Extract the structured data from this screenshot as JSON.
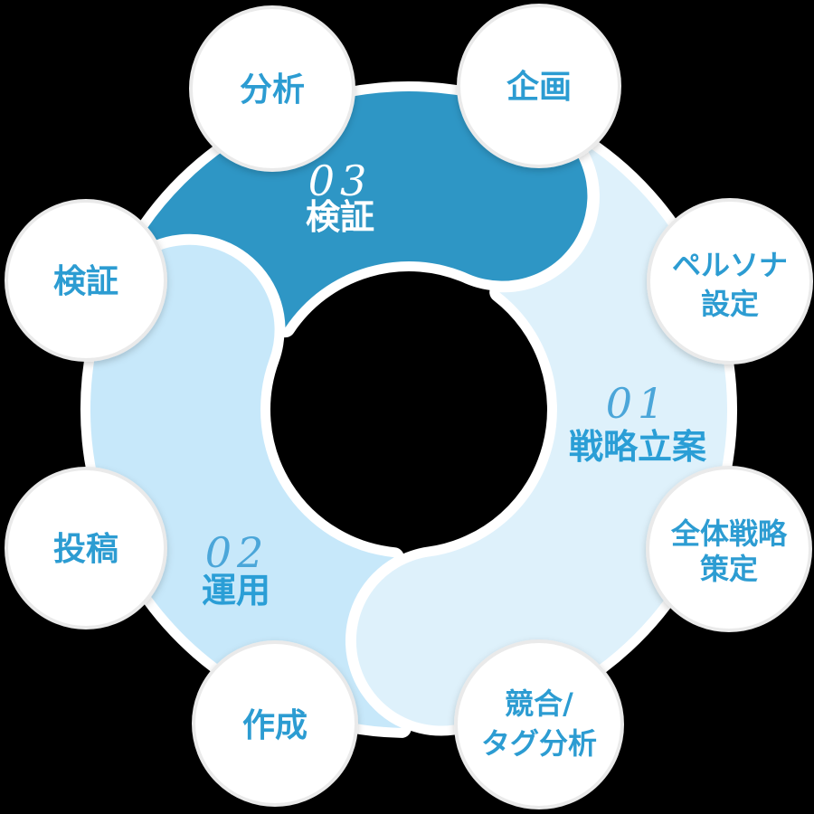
{
  "diagram": {
    "description_labels": {
      "type": "cycle-diagram"
    },
    "colors": {
      "background": "#000000",
      "ring_outline": "#ffffff",
      "inner_hole": "#000000",
      "circle_fill": "#ffffff",
      "circle_border": "#eaeaea",
      "satellite_text": "#2c9cd2"
    },
    "segments": [
      {
        "number": "01",
        "label": "戦略立案",
        "color": "#def1fb",
        "number_color": "#4ba6d9",
        "label_color": "#2a9ed6"
      },
      {
        "number": "02",
        "label": "運用",
        "color": "#c7e8fa",
        "number_color": "#4ba6d9",
        "label_color": "#2a9ed6"
      },
      {
        "number": "03",
        "label": "検証",
        "color": "#2e96c5",
        "number_color": "#ffffff",
        "label_color": "#ffffff"
      }
    ],
    "satellites": [
      {
        "label": "分析"
      },
      {
        "label": "企画"
      },
      {
        "label": "ペルソナ設定",
        "line1": "ペルソナ",
        "line2": "設定"
      },
      {
        "label": "全体戦略策定",
        "line1": "全体戦略",
        "line2": "策定"
      },
      {
        "label": "競合/タグ分析",
        "line1": "競合/",
        "line2": "タグ分析"
      },
      {
        "label": "作成"
      },
      {
        "label": "投稿"
      },
      {
        "label": "検証"
      }
    ]
  }
}
